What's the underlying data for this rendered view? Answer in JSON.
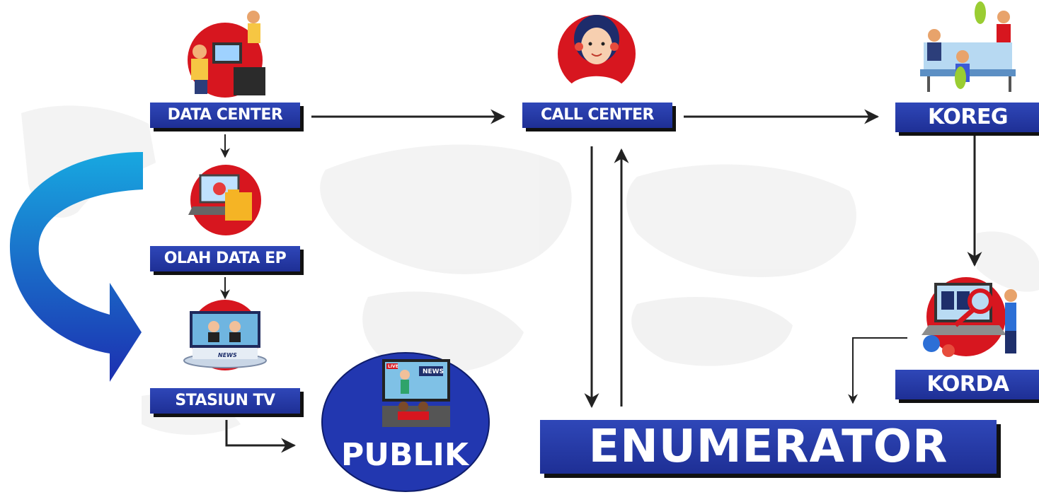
{
  "nodes": {
    "data_center": {
      "label": "DATA CENTER"
    },
    "olah_data_ep": {
      "label": "OLAH DATA EP"
    },
    "stasiun_tv": {
      "label": "STASIUN TV"
    },
    "call_center": {
      "label": "CALL CENTER"
    },
    "koreg": {
      "label": "KOREG"
    },
    "korda": {
      "label": "KORDA"
    },
    "publik": {
      "label": "PUBLIK"
    },
    "enumerator": {
      "label": "ENUMERATOR"
    }
  },
  "tv_screen": {
    "live_tag": "LIVE",
    "news_tag": "NEWS",
    "desk_tag": "NEWS"
  },
  "colors": {
    "label_blue": "#25389f",
    "icon_red": "#d7161f",
    "arrow_dark": "#222222",
    "curve_light": "#18a8e0",
    "curve_dark": "#1c2fb0"
  },
  "edges": [
    {
      "from": "data_center",
      "to": "call_center"
    },
    {
      "from": "call_center",
      "to": "koreg"
    },
    {
      "from": "data_center",
      "to": "olah_data_ep"
    },
    {
      "from": "olah_data_ep",
      "to": "stasiun_tv"
    },
    {
      "from": "stasiun_tv",
      "to": "publik"
    },
    {
      "from": "call_center",
      "to": "enumerator"
    },
    {
      "from": "enumerator",
      "to": "call_center"
    },
    {
      "from": "koreg",
      "to": "korda"
    },
    {
      "from": "korda",
      "to": "enumerator"
    },
    {
      "from": "data_center",
      "to": "stasiun_tv"
    }
  ]
}
